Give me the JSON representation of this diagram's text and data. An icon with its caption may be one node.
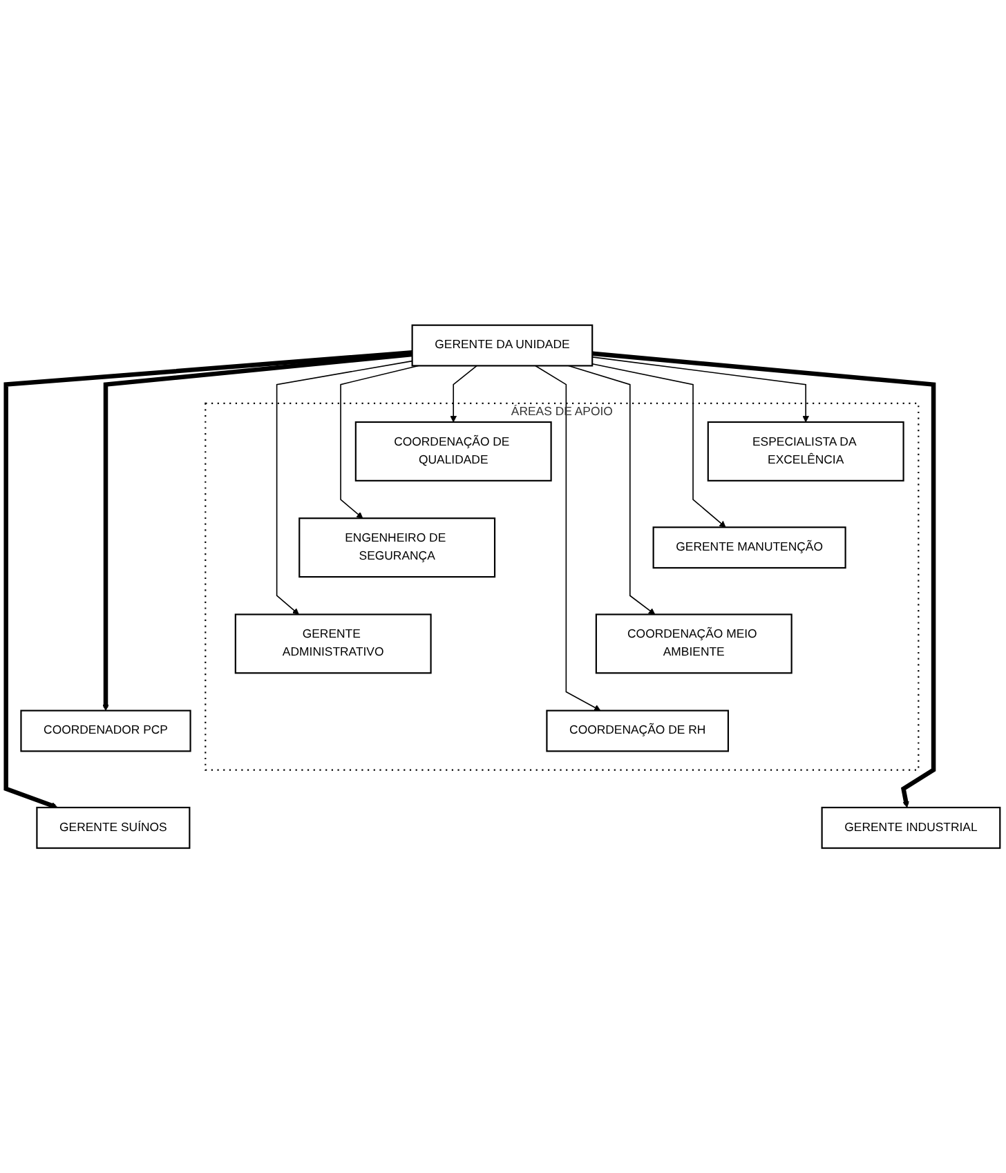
{
  "diagram": {
    "nodes": [
      {
        "text": [
          "GERENTE DA UNIDADE"
        ]
      },
      {
        "text": [
          "ÁREAS DE APOIO"
        ]
      },
      {
        "text": [
          "ESPECIALISTA DA EXCELÊNCIA"
        ],
        "in": 1
      },
      {
        "text": [
          "COORDENAÇÃO DE QUALIDADE"
        ],
        "in": 1
      },
      {
        "text": [
          "GERENTE MANUTENÇÃO"
        ],
        "in": 1
      },
      {
        "text": [
          "ENGENHEIRO DE SEGURANÇA"
        ],
        "in": 1
      },
      {
        "text": [
          "COORDENAÇÃO MEIO AMBIENTE"
        ],
        "in": 1
      },
      {
        "text": [
          "GERENTE ADMINISTRATIVO"
        ],
        "in": 1
      },
      {
        "text": [
          "COORDENAÇÃO DE RH"
        ],
        "in": 1
      },
      {
        "text": [
          "GERENTE SUÍNOS"
        ]
      },
      {
        "text": [
          "GERENTE INDUSTRIAL"
        ]
      },
      {
        "text": [
          "COORDENADOR PCP"
        ]
      }
    ],
    "edges": [
      {
        "from": 0,
        "to": 2,
        "arrow": "to"
      },
      {
        "from": 0,
        "to": 3,
        "arrow": "to"
      },
      {
        "from": 0,
        "to": 4,
        "arrow": "to"
      },
      {
        "from": 0,
        "to": 5,
        "arrow": "to"
      },
      {
        "from": 0,
        "to": 6,
        "arrow": "to"
      },
      {
        "from": 0,
        "to": 7,
        "arrow": "to"
      },
      {
        "from": 0,
        "to": 8,
        "arrow": "to"
      },
      {
        "from": 0,
        "to": 9,
        "arrow": "to",
        "style": "thick"
      },
      {
        "from": 0,
        "to": 10,
        "arrow": "to",
        "style": "thick"
      },
      {
        "from": 0,
        "to": 11,
        "arrow": "to",
        "style": "thick"
      }
    ]
  }
}
